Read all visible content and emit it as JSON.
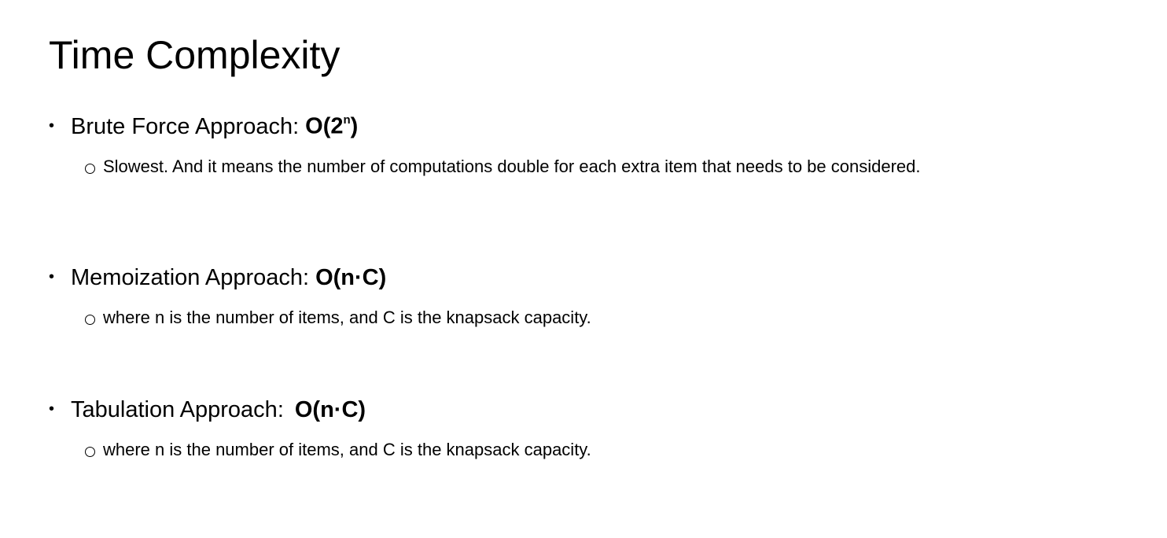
{
  "slide": {
    "title": "Time Complexity",
    "bullets": [
      {
        "label": "Brute Force Approach:",
        "complexity_base": "O(2",
        "complexity_sup": "n",
        "complexity_end": ")",
        "detail": "Slowest. And it means the number of computations double for each extra item that needs to be considered."
      },
      {
        "label": "Memoization Approach:",
        "complexity": "O(n·C)",
        "detail": "where n is the number of items, and C is the knapsack capacity."
      },
      {
        "label": "Tabulation Approach:",
        "complexity": "O(n·C)",
        "detail": "where n is the number of items, and C is the knapsack capacity."
      }
    ]
  }
}
